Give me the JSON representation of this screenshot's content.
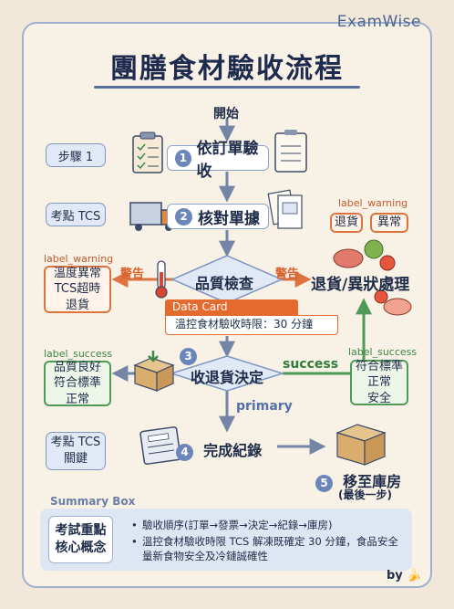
{
  "brand": "ExamWise",
  "title": "團膳食材驗收流程",
  "start": "開始",
  "side_labels": {
    "step1": "步驟 1",
    "tcs_point": "考點 TCS",
    "tcs_key_1": "考點 TCS",
    "tcs_key_2": "關鍵"
  },
  "steps": {
    "s1_num": "1",
    "s1": "依訂單驗收",
    "s2_num": "2",
    "s2": "核對單據",
    "qc": "品質檢查",
    "s3_num": "3",
    "s3": "收退貨決定",
    "s4_num": "4",
    "s4": "完成紀錄",
    "s5_num": "5",
    "s5": "移至庫房",
    "s5_sub": "(最後一步)"
  },
  "reject": "退貨/異狀處理",
  "warnings": {
    "label": "label_warning",
    "left_tag": "警告",
    "right_tag": "警告",
    "left_lines": [
      "溫度異常",
      "TCS超時",
      "退貨"
    ],
    "top_right": [
      "退貨",
      "異常"
    ]
  },
  "success": {
    "label": "label_success",
    "edge": "success",
    "left_lines": [
      "品質良好",
      "符合標準",
      "正常"
    ],
    "right_lines": [
      "符合標準",
      "正常",
      "安全"
    ]
  },
  "primary_edge": "primary",
  "data_card": {
    "head": "Data Card",
    "body": "溫控食材驗收時限：30 分鐘"
  },
  "summary": {
    "label": "Summary Box",
    "key_lines": [
      "考試重點",
      "核心概念"
    ],
    "items": [
      "驗收順序(訂單→發票→決定→紀錄→庫房)",
      "溫控食材驗收時限 TCS 解凍既確定 30 分鐘，食品安全量新食物安全及冷鏈誠確性"
    ]
  },
  "footer": "by 🍌",
  "colors": {
    "accent": "#6c86bb",
    "warning": "#dd7440",
    "success": "#4e9a56",
    "navy": "#1e2b4f"
  }
}
